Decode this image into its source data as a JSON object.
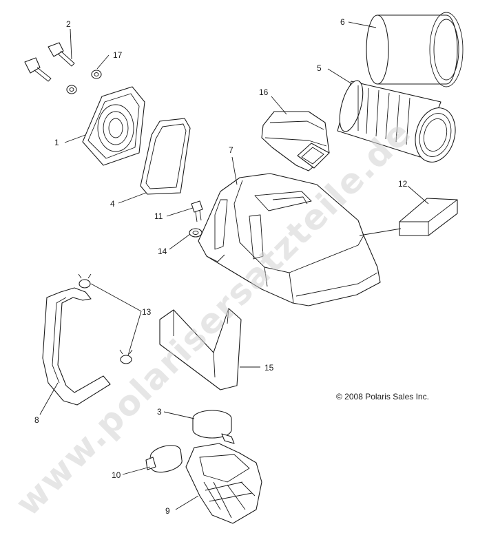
{
  "watermark": "www.polarisersatzteile.de",
  "copyright": "© 2008 Polaris Sales Inc.",
  "callouts": [
    {
      "id": "c1",
      "text": "1"
    },
    {
      "id": "c2",
      "text": "2"
    },
    {
      "id": "c3",
      "text": "3"
    },
    {
      "id": "c4",
      "text": "4"
    },
    {
      "id": "c5",
      "text": "5"
    },
    {
      "id": "c6",
      "text": "6"
    },
    {
      "id": "c7",
      "text": "7"
    },
    {
      "id": "c8",
      "text": "8"
    },
    {
      "id": "c9",
      "text": "9"
    },
    {
      "id": "c10",
      "text": "10"
    },
    {
      "id": "c11",
      "text": "11"
    },
    {
      "id": "c12",
      "text": "12"
    },
    {
      "id": "c13",
      "text": "13"
    },
    {
      "id": "c14",
      "text": "14"
    },
    {
      "id": "c15",
      "text": "15"
    },
    {
      "id": "c16",
      "text": "16"
    },
    {
      "id": "c17",
      "text": "17"
    }
  ]
}
